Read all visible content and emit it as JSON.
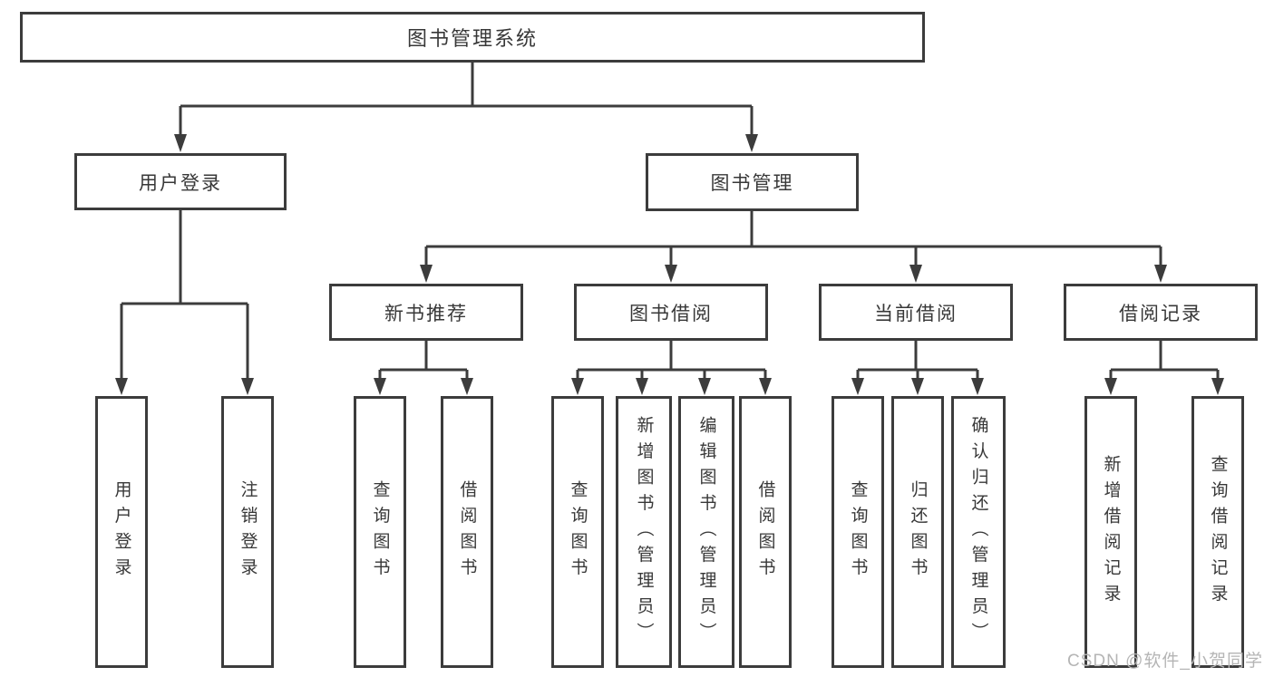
{
  "nodes": {
    "root": {
      "label": "图书管理系统"
    },
    "user_login": {
      "label": "用户登录"
    },
    "book_mgmt": {
      "label": "图书管理"
    },
    "new_book_rec": {
      "label": "新书推荐"
    },
    "book_borrow": {
      "label": "图书借阅"
    },
    "current_borrow": {
      "label": "当前借阅"
    },
    "borrow_record": {
      "label": "借阅记录"
    },
    "leaf_user_login": {
      "label": "用户登录"
    },
    "leaf_logout_login": {
      "label": "注销登录"
    },
    "rec_query_book": {
      "label": "查询图书"
    },
    "rec_borrow_book": {
      "label": "借阅图书"
    },
    "bb_query_book": {
      "label": "查询图书"
    },
    "bb_add_book": {
      "label": "新增图书（管理员）"
    },
    "bb_edit_book": {
      "label": "编辑图书（管理员）"
    },
    "bb_borrow_book": {
      "label": "借阅图书"
    },
    "cb_query_book": {
      "label": "查询图书"
    },
    "cb_return_book": {
      "label": "归还图书"
    },
    "cb_confirm_return": {
      "label": "确认归还（管理员）"
    },
    "br_add_record": {
      "label": "新增借阅记录"
    },
    "br_query_record": {
      "label": "查询借阅记录"
    }
  },
  "structure": {
    "图书管理系统": [
      "用户登录",
      "图书管理"
    ],
    "用户登录": [
      "用户登录",
      "注销登录"
    ],
    "图书管理": [
      "新书推荐",
      "图书借阅",
      "当前借阅",
      "借阅记录"
    ],
    "新书推荐": [
      "查询图书",
      "借阅图书"
    ],
    "图书借阅": [
      "查询图书",
      "新增图书（管理员）",
      "编辑图书（管理员）",
      "借阅图书"
    ],
    "当前借阅": [
      "查询图书",
      "归还图书",
      "确认归还（管理员）"
    ],
    "借阅记录": [
      "新增借阅记录",
      "查询借阅记录"
    ]
  },
  "colors": {
    "line": "#3c3c3c",
    "text": "#383838",
    "background": "#ffffff",
    "watermark_text": "#b5b5b5"
  },
  "watermark": {
    "label": "CSDN @软件_小贺同学"
  }
}
